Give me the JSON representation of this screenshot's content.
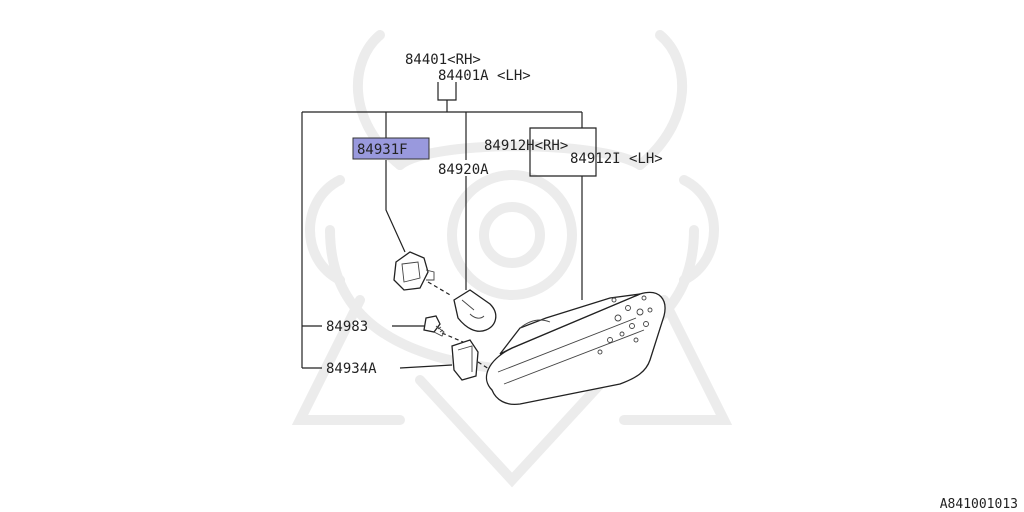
{
  "labels": {
    "p84401": "84401<RH>",
    "p84401A": "84401A <LH>",
    "p84931F": "84931F",
    "p84920A": "84920A",
    "p84912H": "84912H<RH>",
    "p84912I": "84912I <LH>",
    "p84983": "84983",
    "p84934A": "84934A"
  },
  "highlight_color": "#9999dd",
  "diagram_code": "A841001013"
}
